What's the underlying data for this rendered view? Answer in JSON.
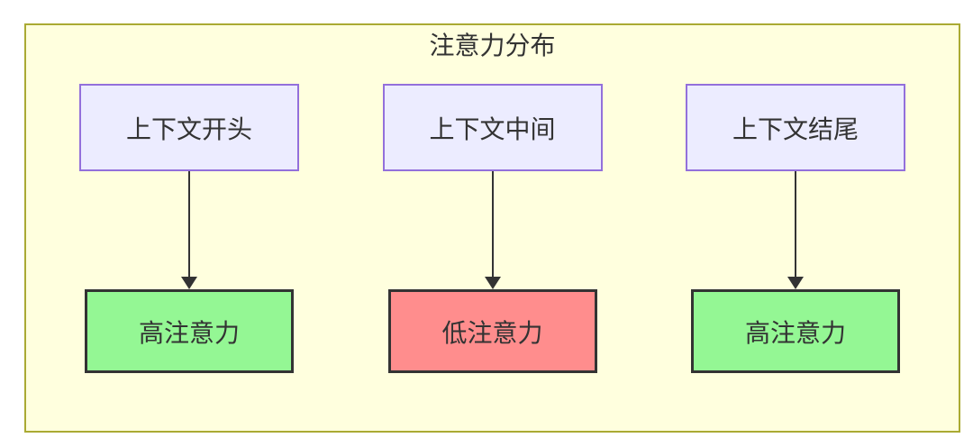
{
  "diagram": {
    "title": "注意力分布",
    "columns": [
      {
        "source": "上下文开头",
        "target": "高注意力",
        "attention_level": "high"
      },
      {
        "source": "上下文中间",
        "target": "低注意力",
        "attention_level": "low"
      },
      {
        "source": "上下文结尾",
        "target": "高注意力",
        "attention_level": "high"
      }
    ],
    "colors": {
      "panel_background": "#ffffde",
      "panel_border": "#aaaa33",
      "source_node_background": "#ececff",
      "source_node_border": "#9370db",
      "high_attention_background": "#94f794",
      "low_attention_background": "#ff8d8d",
      "target_node_border": "#333333",
      "text": "#333333",
      "arrow": "#333333"
    }
  }
}
